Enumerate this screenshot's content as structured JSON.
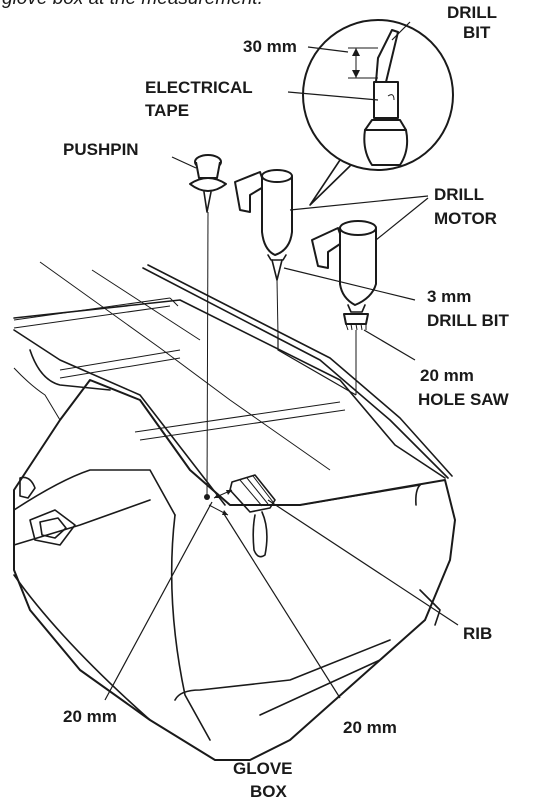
{
  "caption": "glove box at the measurement.",
  "labels": {
    "drill_bit_1": "DRILL",
    "drill_bit_2": "BIT",
    "dim_30": "30 mm",
    "electrical_tape_1": "ELECTRICAL",
    "electrical_tape_2": "TAPE",
    "pushpin": "PUSHPIN",
    "drill_motor_1": "DRILL",
    "drill_motor_2": "MOTOR",
    "small_bit_1": "3 mm",
    "small_bit_2": "DRILL BIT",
    "hole_saw_1": "20 mm",
    "hole_saw_2": "HOLE SAW",
    "rib": "RIB",
    "dim_20_left": "20 mm",
    "dim_20_right": "20 mm",
    "glove_box_1": "GLOVE",
    "glove_box_2": "BOX"
  }
}
